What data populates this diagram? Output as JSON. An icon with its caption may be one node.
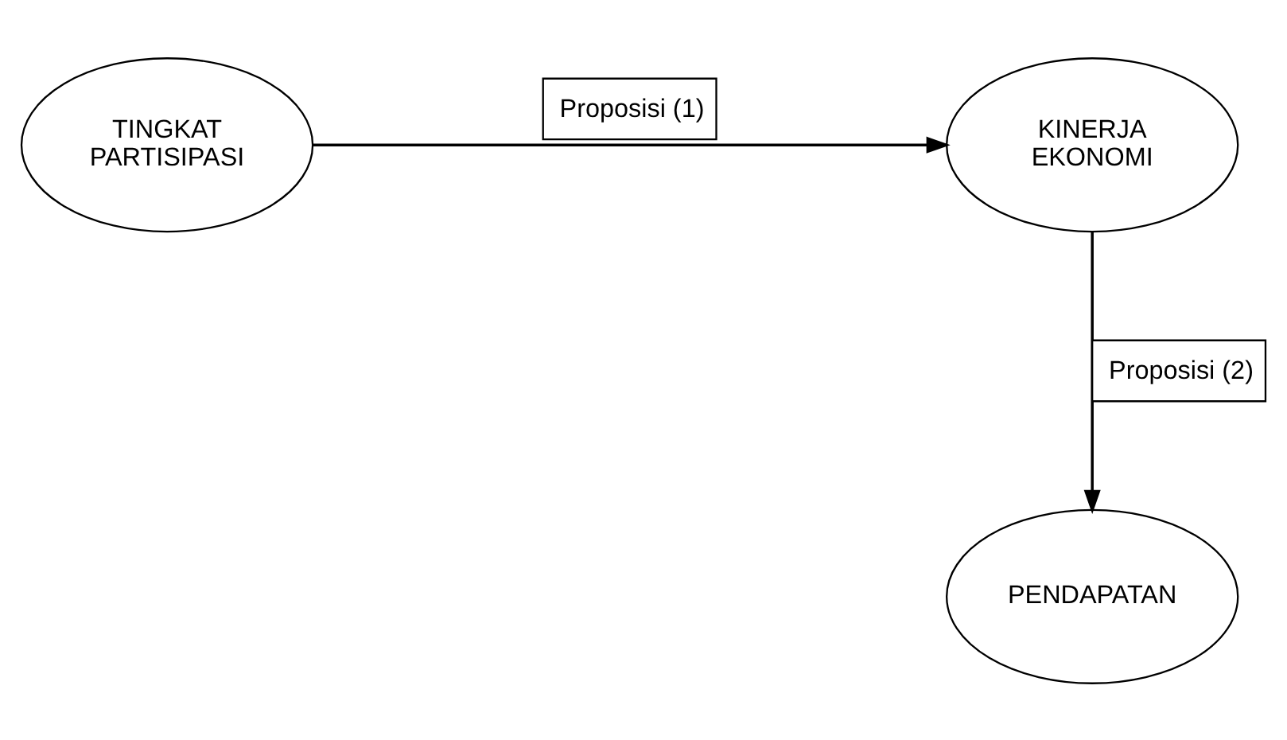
{
  "diagram": {
    "nodes": [
      {
        "text": [
          "TINGKAT PARTISIPASI"
        ]
      },
      {
        "text": [
          "KINERJA EKONOMI"
        ]
      },
      {
        "text": [
          "PENDAPATAN"
        ]
      }
    ],
    "edges": [
      {
        "from": 0,
        "to": 1,
        "arrow": "to",
        "label": "Proposisi (1)"
      },
      {
        "from": 1,
        "to": 2,
        "arrow": "to",
        "label": "Proposisi (2)"
      }
    ]
  }
}
